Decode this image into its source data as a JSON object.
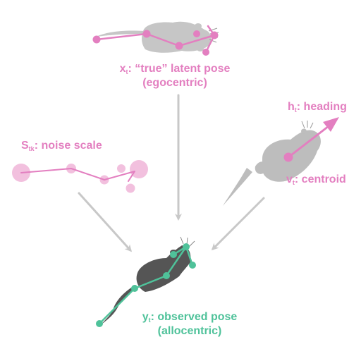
{
  "colors": {
    "pink": "#e37fc0",
    "pink_light": "#f2c0de",
    "green": "#4fc29a",
    "arrow_gray": "#c8c8c8",
    "mouse_light": "#c6c6c6",
    "mouse_mid": "#bdbdbd",
    "mouse_dark": "#555555",
    "background": "#ffffff"
  },
  "labels": {
    "latent_pose": {
      "symbol": "x",
      "subscript": "t",
      "text": ": “true” latent pose",
      "line2": "(egocentric)"
    },
    "heading": {
      "symbol": "h",
      "subscript": "t",
      "text": ": heading"
    },
    "centroid": {
      "symbol": "v",
      "subscript": "t",
      "text": ": centroid"
    },
    "noise_scale": {
      "symbol": "S",
      "subscript": "tk",
      "text": ": noise scale"
    },
    "observed_pose": {
      "symbol": "y",
      "subscript": "t",
      "text": ": observed pose",
      "line2": "(allocentric)"
    }
  }
}
